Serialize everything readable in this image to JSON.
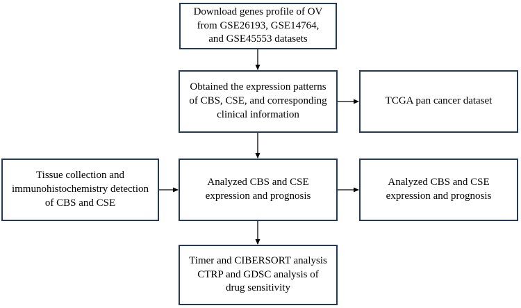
{
  "nodes": {
    "download": "Download genes profile of OV\nfrom  GSE26193, GSE14764,\nand GSE45553 datasets",
    "obtained": "Obtained the expression patterns\nof CBS, CSE, and corresponding\nclinical information",
    "tcga": "TCGA pan cancer dataset",
    "tissue": "Tissue collection and\nimmunohistochemistry detection\nof CBS and CSE",
    "analyzed": "Analyzed CBS and CSE\nexpression and prognosis",
    "analyzed_right": "Analyzed CBS and CSE\nexpression and prognosis",
    "timer": "Timer and CIBERSORT analysis\nCTRP and GDSC analysis of\ndrug sensitivity"
  },
  "colors": {
    "box_border": "#1f3864",
    "arrow": "#000000"
  }
}
